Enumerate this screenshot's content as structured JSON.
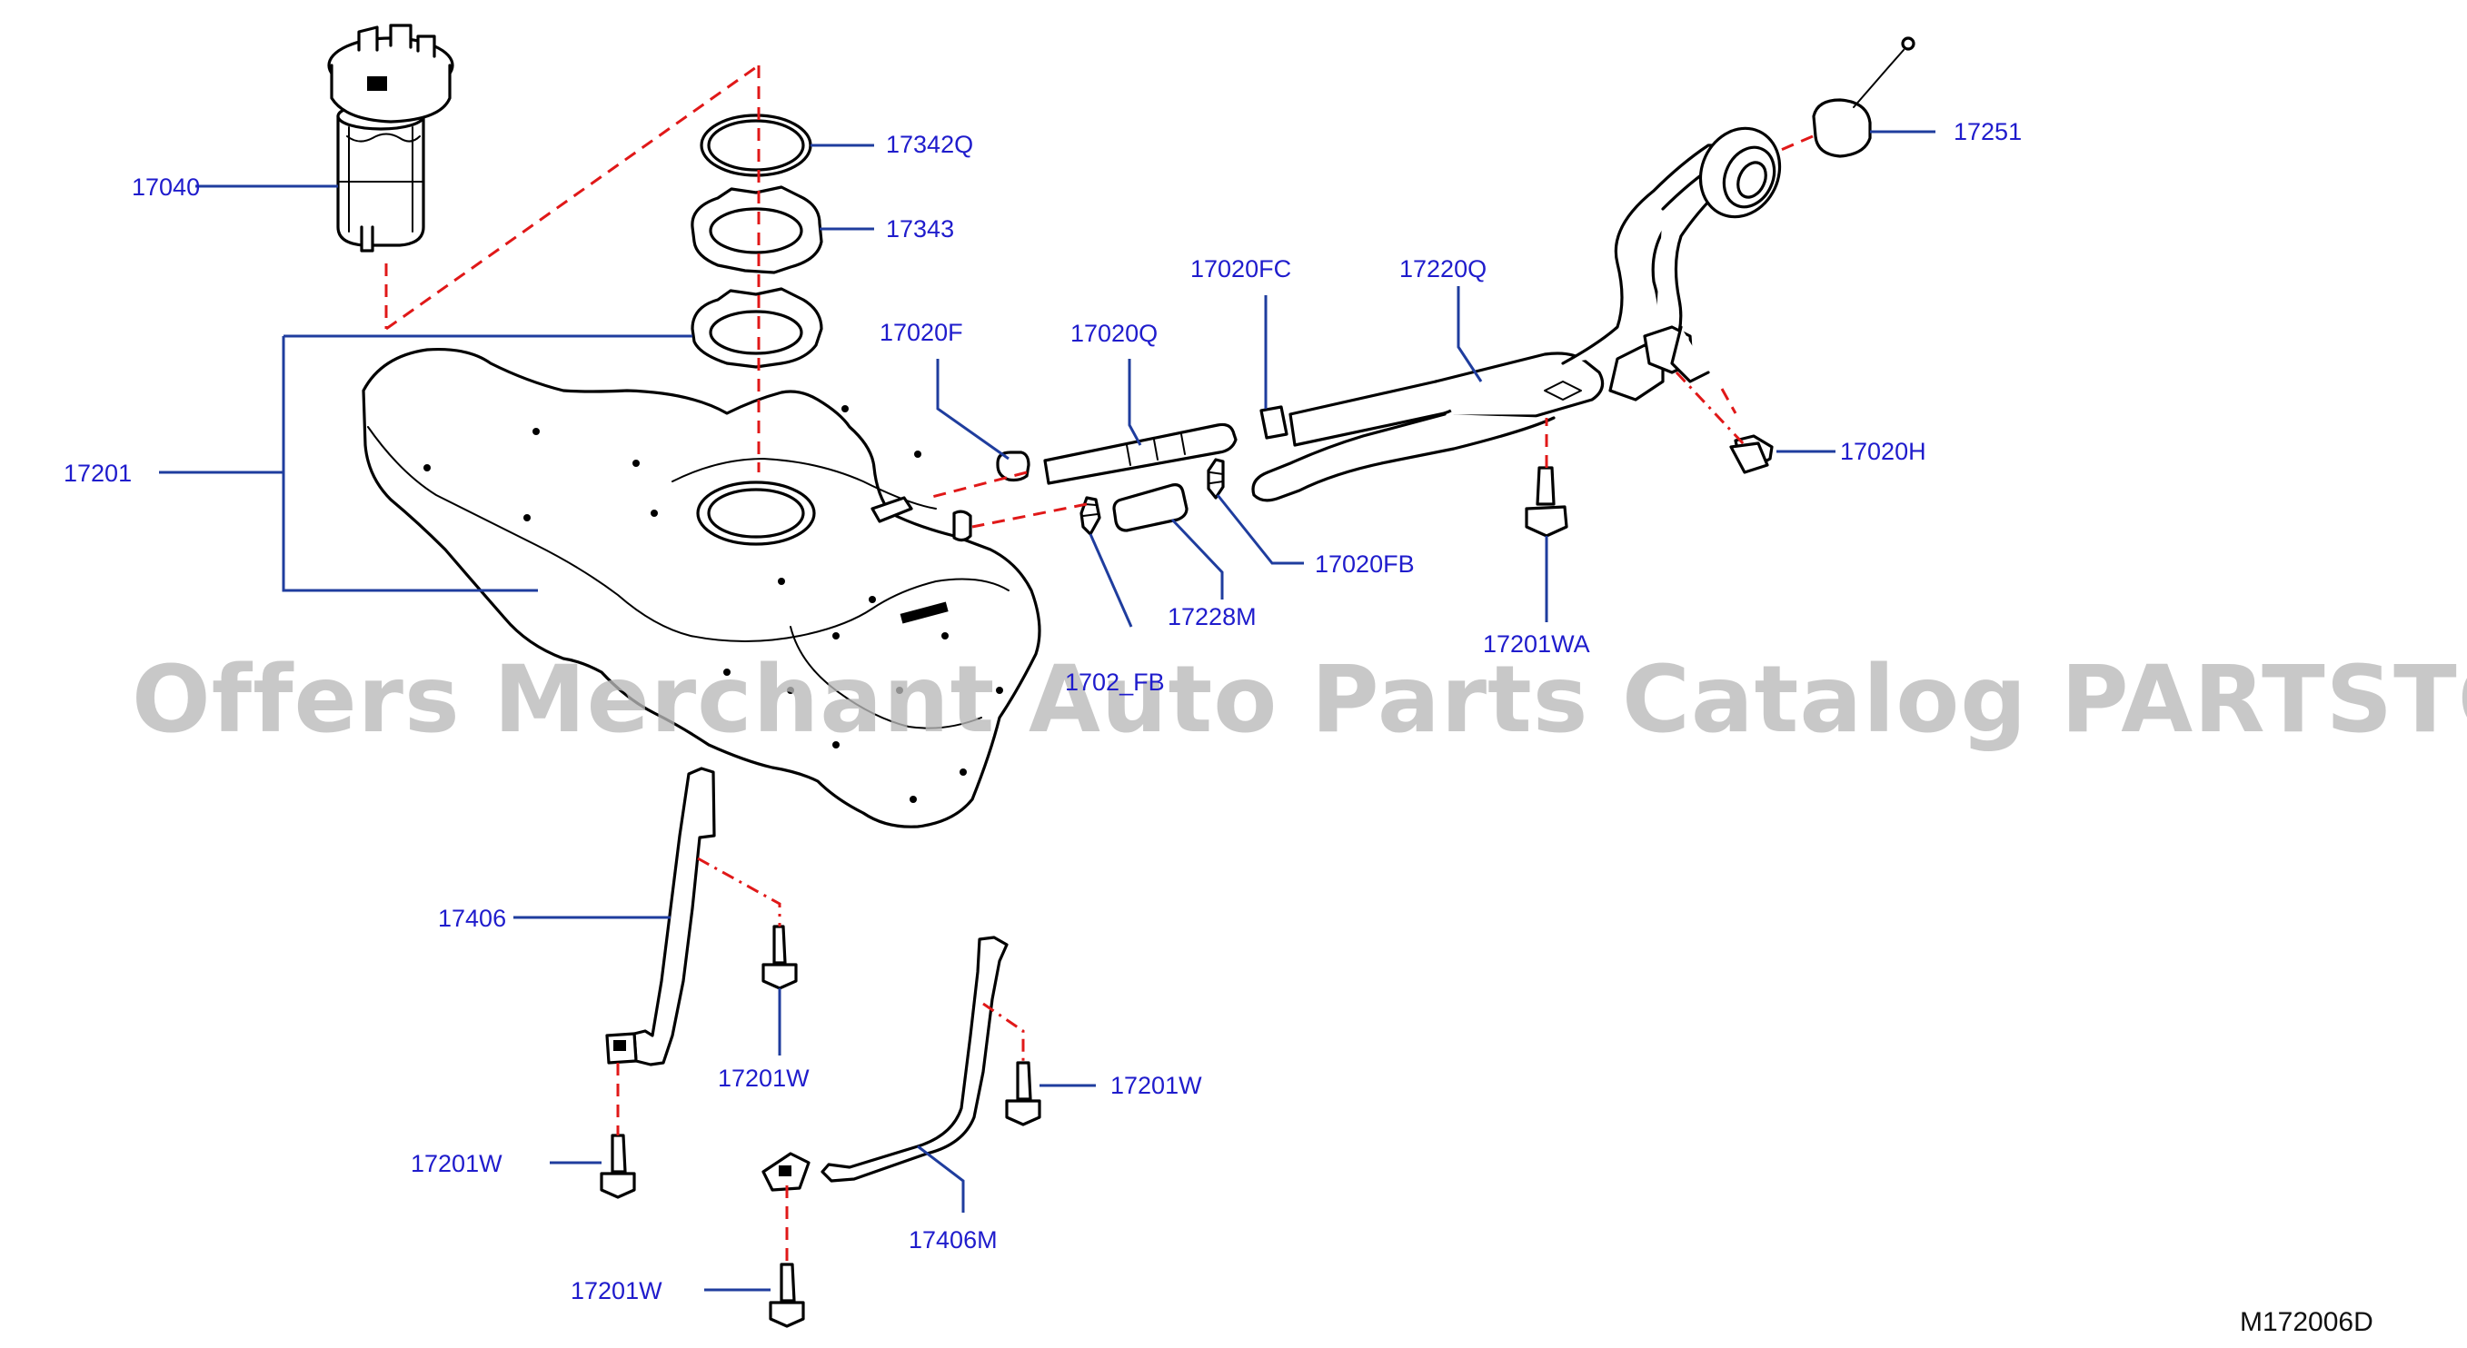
{
  "diagram": {
    "watermark": "Offers Merchant Auto Parts Catalog PARTSTORE.SA",
    "diagram_code": "M172006D",
    "part_labels": {
      "p17040": "17040",
      "p17342Q": "17342Q",
      "p17343": "17343",
      "p17201": "17201",
      "p17020F": "17020F",
      "p17020Q": "17020Q",
      "p17020FC": "17020FC",
      "p17220Q": "17220Q",
      "p17251": "17251",
      "p17020H": "17020H",
      "p17020FB": "17020FB",
      "p17228M": "17228M",
      "p17201WA": "17201WA",
      "p17020FB_hidden": "1702_FB",
      "p17406": "17406",
      "p17201W_a": "17201W",
      "p17201W_b": "17201W",
      "p17201W_c": "17201W",
      "p17201W_d": "17201W",
      "p17406M": "17406M"
    },
    "colors": {
      "label": "#1f1ccc",
      "leader": "#1f3d9e",
      "dash": "#e01818",
      "watermark": "#b9b9b9"
    }
  }
}
